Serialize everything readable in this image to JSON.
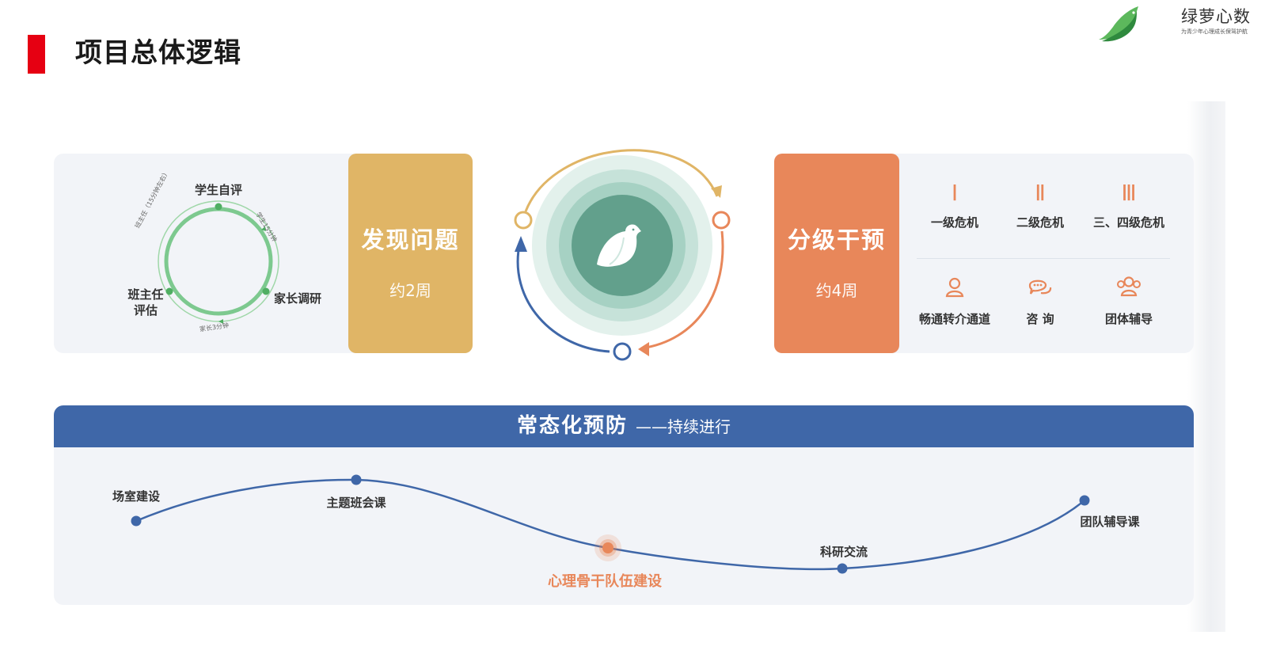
{
  "page_title": "项目总体逻辑",
  "logo": {
    "name": "绿萝心数",
    "slogan": "为青少年心理成长保驾护航"
  },
  "colors": {
    "red": "#e60012",
    "gold": "#e0b566",
    "orange": "#e8875a",
    "blue": "#3f67a8",
    "green": "#62a08c"
  },
  "discover": {
    "ring": {
      "top": "学生自评",
      "right": "家长调研",
      "left": "班主任评估",
      "top_left_small": "班主任（15分钟左右）",
      "top_right_small": "学生15分钟",
      "bottom_small": "家长3分钟"
    },
    "title": "发现问题",
    "duration": "约2周"
  },
  "intervene": {
    "title": "分级干预",
    "duration": "约4周",
    "levels": [
      {
        "icon": "roman-one-icon",
        "glyph": "Ⅰ",
        "label": "一级危机"
      },
      {
        "icon": "roman-two-icon",
        "glyph": "Ⅱ",
        "label": "二级危机"
      },
      {
        "icon": "roman-three-icon",
        "glyph": "Ⅲ",
        "label": "三、四级危机"
      }
    ],
    "services": [
      {
        "icon": "person-icon",
        "label": "畅通转介通道"
      },
      {
        "icon": "chat-bubbles-icon",
        "label": "咨 询"
      },
      {
        "icon": "group-icon",
        "label": "团体辅导"
      }
    ]
  },
  "prevention": {
    "title": "常态化预防",
    "subtitle": "——持续进行",
    "milestones": [
      "场室建设",
      "主题班会课",
      "心理骨干队伍建设",
      "科研交流",
      "团队辅导课"
    ]
  }
}
